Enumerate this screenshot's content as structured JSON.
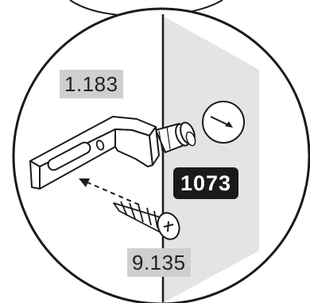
{
  "labels": {
    "bracket_part": "1.183",
    "screw_part": "9.135",
    "wall_part": "1073"
  },
  "colors": {
    "label_bg": "#cfcfcf",
    "badge_bg": "#1a1a1a",
    "wall_panel": "#e4e4e4",
    "outline": "#1a1a1a"
  },
  "icons": [
    "rotate-arrow-icon",
    "direction-arrow-icon"
  ]
}
